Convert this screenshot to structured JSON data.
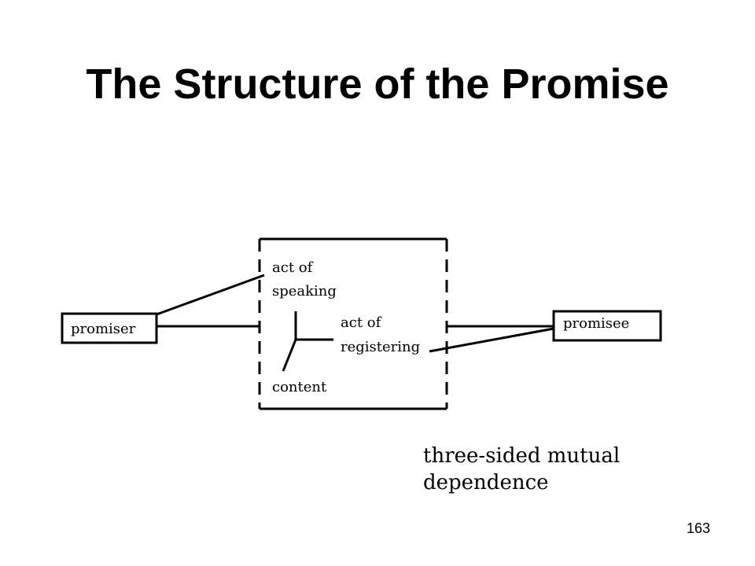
{
  "slide": {
    "title": "The Structure of the Promise",
    "page_number": "163"
  },
  "diagram": {
    "nodes": {
      "promiser": "promiser",
      "promisee": "promisee",
      "act_of_speaking": [
        "act of",
        "speaking"
      ],
      "act_of_registering": [
        "act of",
        "registering"
      ],
      "content": "content"
    },
    "caption": [
      "three-sided mutual",
      "dependence"
    ]
  }
}
